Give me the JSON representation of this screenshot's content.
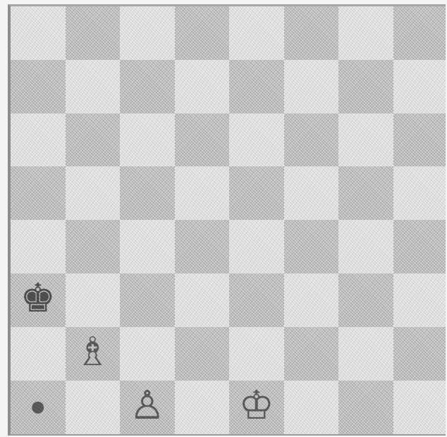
{
  "board": {
    "files": 8,
    "ranks": 8,
    "light_color": "#ececec",
    "dark_color": "#d3d3d3",
    "pieces": [
      {
        "name": "black-king-icon",
        "glyph": "♚",
        "col": 0,
        "row": 5
      },
      {
        "name": "white-bishop-icon",
        "glyph": "♗",
        "col": 1,
        "row": 6
      },
      {
        "name": "black-pawn-dot-icon",
        "glyph": "●",
        "col": 0,
        "row": 7
      },
      {
        "name": "white-pawn-icon",
        "glyph": "♙",
        "col": 2,
        "row": 7
      },
      {
        "name": "white-king-icon",
        "glyph": "♔",
        "col": 4,
        "row": 7
      }
    ]
  }
}
